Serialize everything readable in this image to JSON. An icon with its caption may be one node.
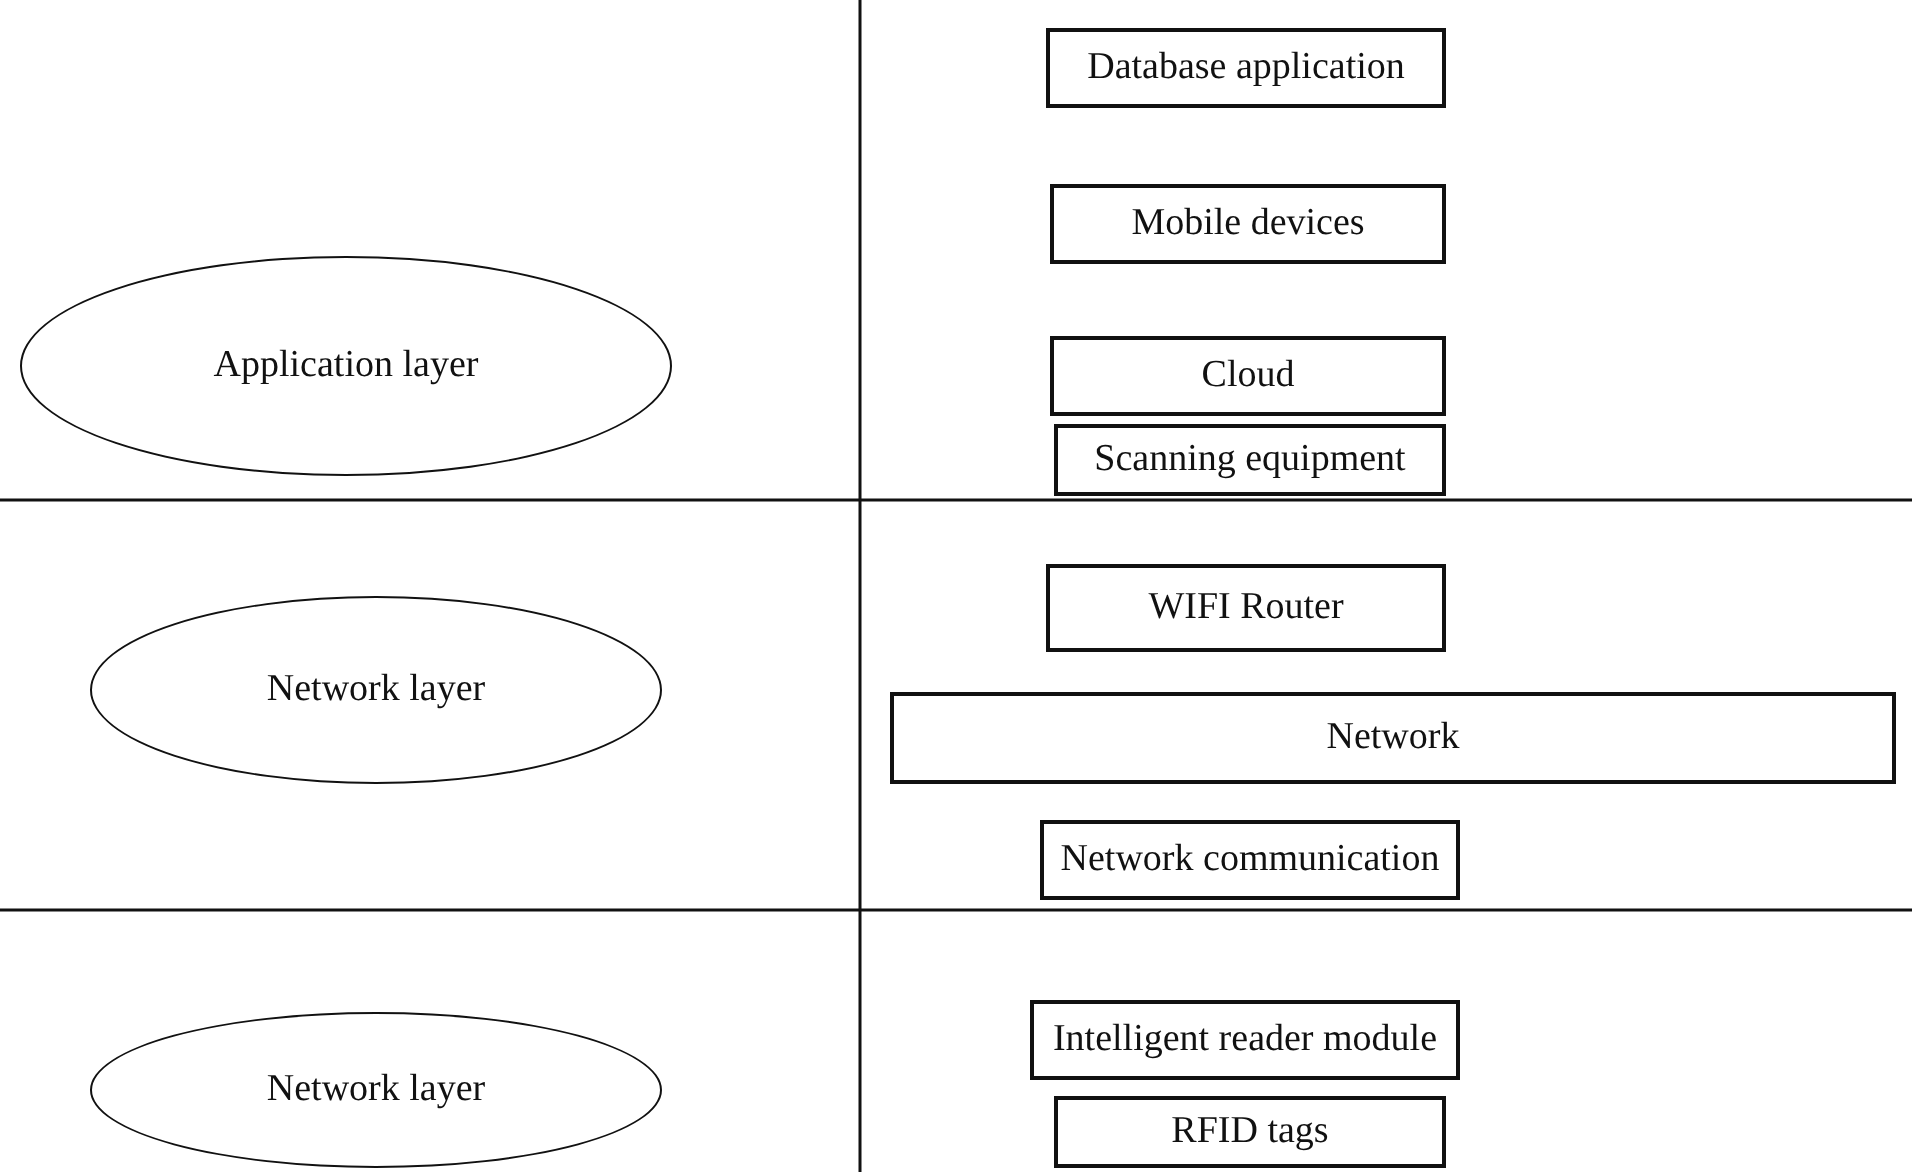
{
  "diagram": {
    "nodes": [
      {
        "text": [
          "Application layer"
        ]
      },
      {
        "text": [
          "Database application"
        ]
      },
      {
        "text": [
          "Mobile devices"
        ]
      },
      {
        "text": [
          "Cloud"
        ]
      },
      {
        "text": [
          "Scanning equipment"
        ]
      },
      {
        "text": [
          "Network layer"
        ]
      },
      {
        "text": [
          "WIFI Router"
        ]
      },
      {
        "text": [
          "Network"
        ]
      },
      {
        "text": [
          "Network communication"
        ]
      },
      {
        "text": [
          "Network layer"
        ]
      },
      {
        "text": [
          "Intelligent reader module"
        ]
      },
      {
        "text": [
          "RFID tags"
        ]
      }
    ],
    "edges": []
  }
}
